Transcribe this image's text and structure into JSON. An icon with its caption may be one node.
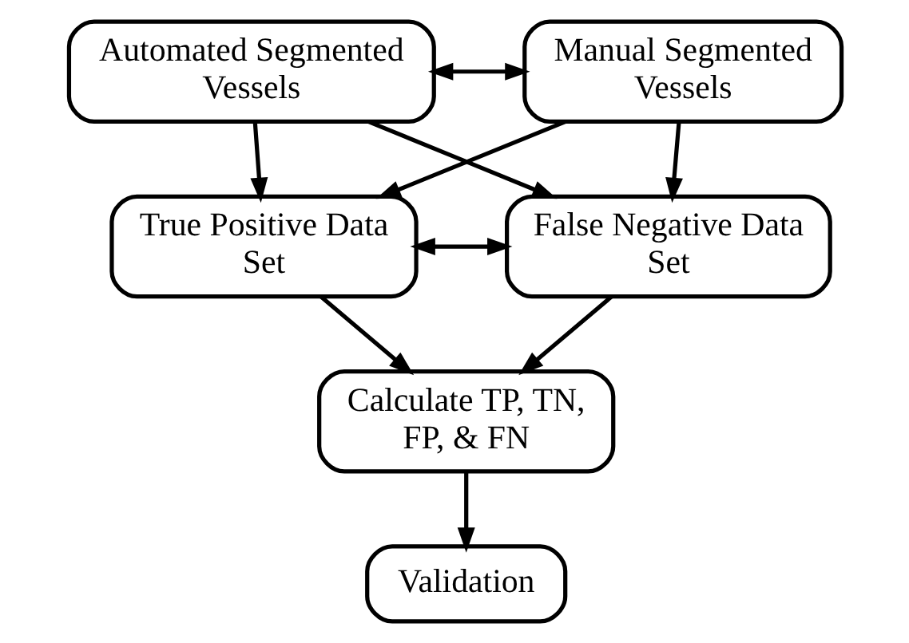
{
  "diagram": {
    "nodes": [
      {
        "text": [
          "Automated Segmented Vessels"
        ]
      },
      {
        "text": [
          "Manual Segmented Vessels"
        ]
      },
      {
        "text": [
          "True Positive Data Set"
        ]
      },
      {
        "text": [
          "False Negative Data Set"
        ]
      },
      {
        "text": [
          "Calculate TP, TN, FP, & FN"
        ]
      },
      {
        "text": [
          "Validation"
        ]
      }
    ],
    "edges": [
      {
        "from": 0,
        "to": 1,
        "arrow": "both"
      },
      {
        "from": 0,
        "to": 2,
        "arrow": "to"
      },
      {
        "from": 0,
        "to": 3,
        "arrow": "to"
      },
      {
        "from": 1,
        "to": 2,
        "arrow": "to"
      },
      {
        "from": 1,
        "to": 3,
        "arrow": "to"
      },
      {
        "from": 2,
        "to": 3,
        "arrow": "both"
      },
      {
        "from": 2,
        "to": 4,
        "arrow": "to"
      },
      {
        "from": 3,
        "to": 4,
        "arrow": "to"
      },
      {
        "from": 4,
        "to": 5,
        "arrow": "to"
      }
    ]
  }
}
